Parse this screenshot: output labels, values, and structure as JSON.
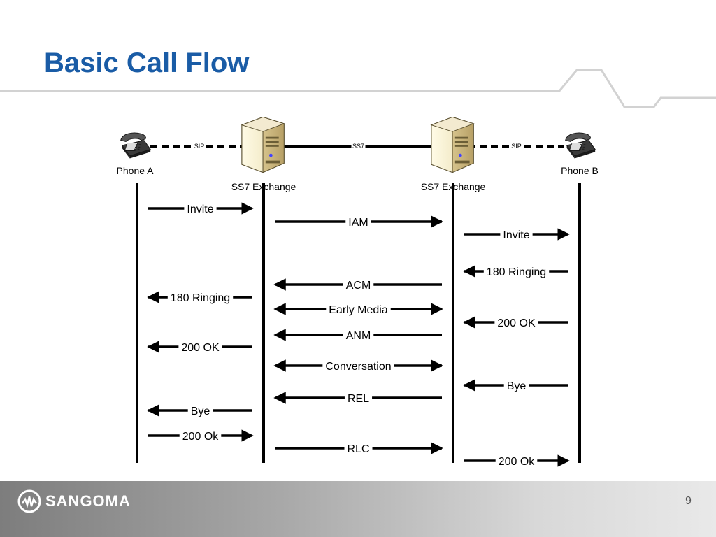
{
  "title": "Basic Call Flow",
  "nodes": [
    {
      "label": "Phone A",
      "kind": "phone-icon"
    },
    {
      "label": "SS7 Exchange",
      "kind": "server-icon"
    },
    {
      "label": "SS7 Exchange",
      "kind": "server-icon"
    },
    {
      "label": "Phone B",
      "kind": "phone-icon"
    }
  ],
  "links": [
    {
      "label": "SIP",
      "style": "dashed"
    },
    {
      "label": "SS7",
      "style": "solid"
    },
    {
      "label": "SIP",
      "style": "dashed"
    }
  ],
  "messages": [
    {
      "label": "Invite",
      "from": 0,
      "to": 1
    },
    {
      "label": "IAM",
      "from": 1,
      "to": 2
    },
    {
      "label": "Invite",
      "from": 2,
      "to": 3
    },
    {
      "label": "180 Ringing",
      "from": 3,
      "to": 2
    },
    {
      "label": "ACM",
      "from": 2,
      "to": 1
    },
    {
      "label": "180 Ringing",
      "from": 1,
      "to": 0
    },
    {
      "label": "Early Media",
      "from": 1,
      "to": 2,
      "bidirectional": true
    },
    {
      "label": "200 OK",
      "from": 3,
      "to": 2
    },
    {
      "label": "ANM",
      "from": 2,
      "to": 1
    },
    {
      "label": "200 OK",
      "from": 1,
      "to": 0
    },
    {
      "label": "Conversation",
      "from": 1,
      "to": 2,
      "bidirectional": true
    },
    {
      "label": "Bye",
      "from": 3,
      "to": 2
    },
    {
      "label": "REL",
      "from": 2,
      "to": 1
    },
    {
      "label": "Bye",
      "from": 1,
      "to": 0
    },
    {
      "label": "200 Ok",
      "from": 0,
      "to": 1
    },
    {
      "label": "RLC",
      "from": 1,
      "to": 2
    },
    {
      "label": "200 Ok",
      "from": 2,
      "to": 3
    }
  ],
  "footer": {
    "brand": "SANGOMA",
    "page_number": "9"
  },
  "colors": {
    "title": "#1a5ca6",
    "arrow": "#000000"
  }
}
